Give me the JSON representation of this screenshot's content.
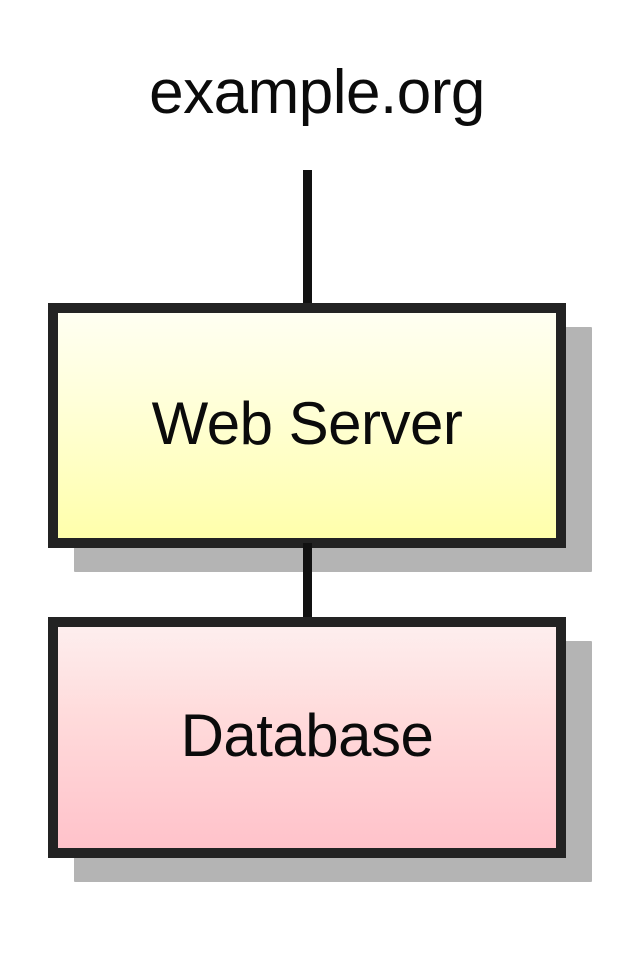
{
  "diagram": {
    "type": "network-architecture-diagram",
    "title": "example.org",
    "background_color": "#ffffff",
    "nodes": [
      {
        "id": "web-server",
        "label": "Web Server",
        "shape": "rectangle",
        "fill_top_color": "#fffff2",
        "fill_bottom_color": "#ffffab",
        "border_color": "#232323",
        "shadow_color": "#b4b4b4"
      },
      {
        "id": "database",
        "label": "Database",
        "shape": "rectangle",
        "fill_top_color": "#fdeeee",
        "fill_bottom_color": "#ffc2ca",
        "border_color": "#232323",
        "shadow_color": "#b4b4b4"
      }
    ],
    "edges": [
      {
        "id": "title-to-web-server",
        "from": "example.org",
        "to": "Web Server",
        "style": "solid",
        "color": "#111111"
      },
      {
        "id": "web-server-to-database",
        "from": "Web Server",
        "to": "Database",
        "style": "solid",
        "color": "#111111"
      }
    ]
  }
}
